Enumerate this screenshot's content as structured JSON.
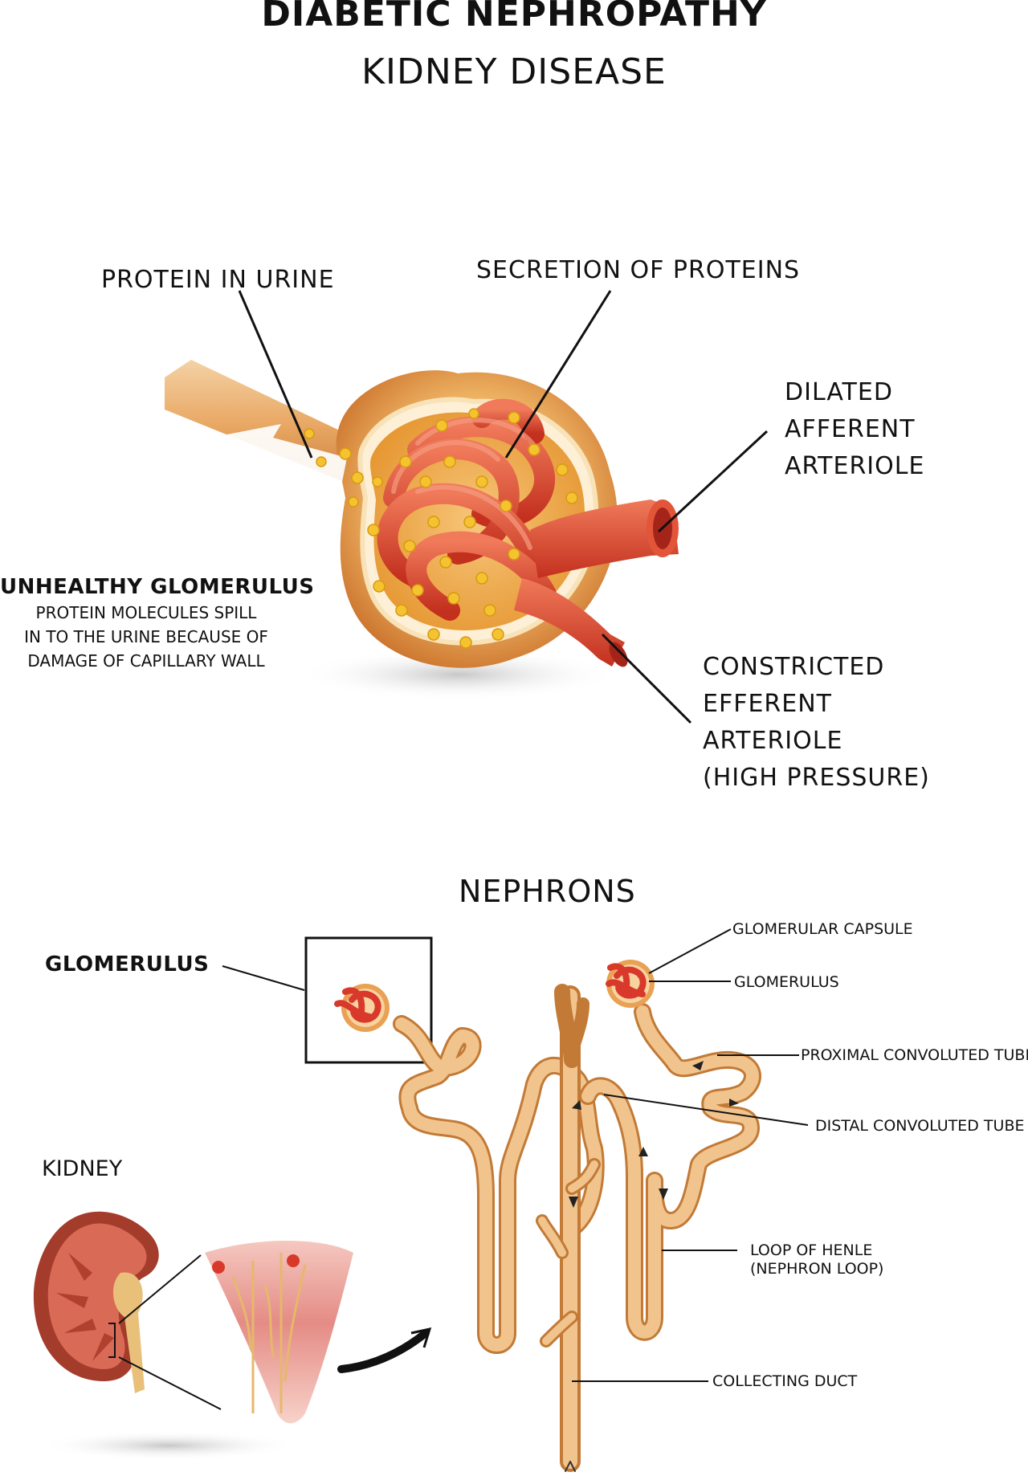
{
  "header": {
    "title": "DIABETIC NEPHROPATHY",
    "subtitle": "KIDNEY DISEASE"
  },
  "glomerulus_diagram": {
    "protein_in_urine": "PROTEIN IN URINE",
    "secretion_of_proteins": "SECRETION OF PROTEINS",
    "dilated_afferent": [
      "DILATED",
      "AFFERENT",
      "ARTERIOLE"
    ],
    "constricted_efferent": [
      "CONSTRICTED",
      "EFFERENT",
      "ARTERIOLE",
      "(HIGH PRESSURE)"
    ],
    "unhealthy_title": "UNHEALTHY GLOMERULUS",
    "unhealthy_desc": [
      "PROTEIN MOLECULES SPILL",
      "IN TO THE URINE BECAUSE OF",
      "DAMAGE OF CAPILLARY WALL"
    ]
  },
  "nephron_diagram": {
    "section_title": "NEPHRONS",
    "glomerulus_callout": "GLOMERULUS",
    "kidney_label": "KIDNEY",
    "labels": {
      "glomerular_capsule": "GLOMERULAR CAPSULE",
      "glomerulus": "GLOMERULUS",
      "proximal": "PROXIMAL CONVOLUTED TUBE",
      "distal": "DISTAL CONVOLUTED TUBE",
      "loop_of_henle": [
        "LOOP OF HENLE",
        "(NEPHRON LOOP)"
      ],
      "collecting_duct": "COLLECTING DUCT"
    }
  },
  "colors": {
    "capsule": "#e8a04a",
    "capillary": "#e0432c",
    "tubule": "#f2c48d",
    "protein": "#f5c230"
  }
}
